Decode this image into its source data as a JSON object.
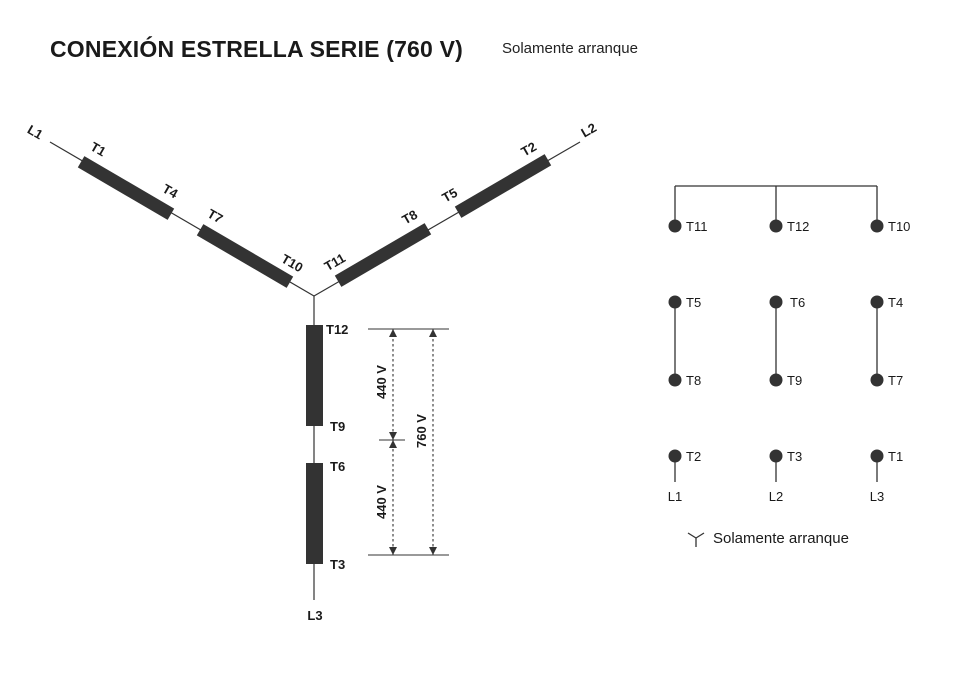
{
  "title": "CONEXIÓN ESTRELLA SERIE  (760 V)",
  "subtitle": "Solamente arranque",
  "star": {
    "lines": [
      "L1",
      "L2",
      "L3"
    ],
    "terminals": [
      "T1",
      "T4",
      "T7",
      "T10",
      "T11",
      "T8",
      "T5",
      "T2",
      "T12",
      "T9",
      "T6",
      "T3"
    ],
    "voltages": {
      "segment_upper": "440 V",
      "segment_lower": "440 V",
      "total": "760 V"
    }
  },
  "terminal_board": {
    "row1": [
      "T11",
      "T12",
      "T10"
    ],
    "row2_top": [
      "T5",
      "T6",
      "T4"
    ],
    "row2_bottom": [
      "T8",
      "T9",
      "T7"
    ],
    "row3": [
      "T2",
      "T3",
      "T1"
    ],
    "lines": [
      "L1",
      "L2",
      "L3"
    ]
  },
  "legend": {
    "label": "Solamente arranque",
    "icon": "star-connection-icon"
  },
  "colors": {
    "winding": "#333333",
    "line": "#333333"
  }
}
